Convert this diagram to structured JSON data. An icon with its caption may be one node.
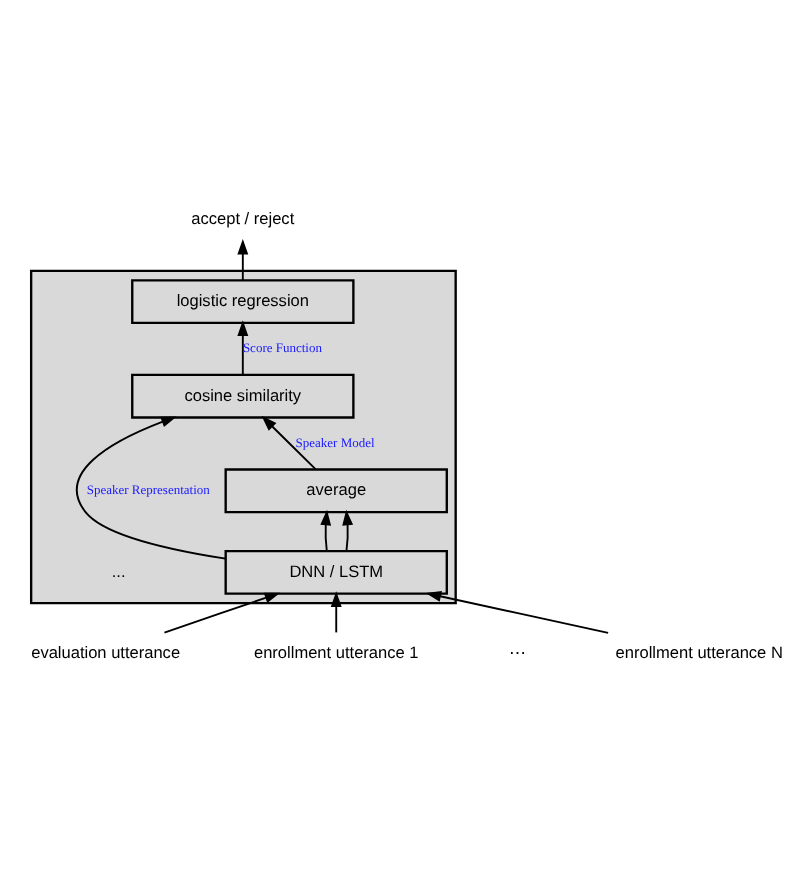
{
  "diagram": {
    "nodes": [
      {
        "text": [],
        "shape": "box"
      },
      {
        "text": [
          "logistic regression"
        ],
        "in": 0
      },
      {
        "text": [
          "cosine similarity"
        ],
        "in": 0
      },
      {
        "text": [
          "average"
        ],
        "in": 0
      },
      {
        "text": [
          "DNN / LSTM"
        ],
        "in": 0
      },
      {
        "text": [
          "accept / reject"
        ]
      },
      {
        "text": [
          "evaluation utterance"
        ]
      },
      {
        "text": [
          "enrollment utterance 1"
        ]
      },
      {
        "text": [
          "enrollment utterance N"
        ]
      }
    ],
    "edges": [
      {
        "from": 1,
        "to": 5,
        "arrow": "to"
      },
      {
        "from": 2,
        "to": 1,
        "arrow": "to",
        "label": "Score Function"
      },
      {
        "from": 4,
        "to": 2,
        "arrow": "to",
        "label": "Speaker Representation"
      },
      {
        "from": 3,
        "to": 2,
        "arrow": "to",
        "label": "Speaker Model"
      },
      {
        "from": 4,
        "to": 3,
        "arrow": "to"
      },
      {
        "from": 4,
        "to": 3,
        "arrow": "to"
      },
      {
        "from": 6,
        "to": 4,
        "arrow": "to"
      },
      {
        "from": 7,
        "to": 4,
        "arrow": "to"
      },
      {
        "from": 8,
        "to": 4,
        "arrow": "to"
      }
    ],
    "labels": [
      "...",
      "⋯"
    ]
  }
}
